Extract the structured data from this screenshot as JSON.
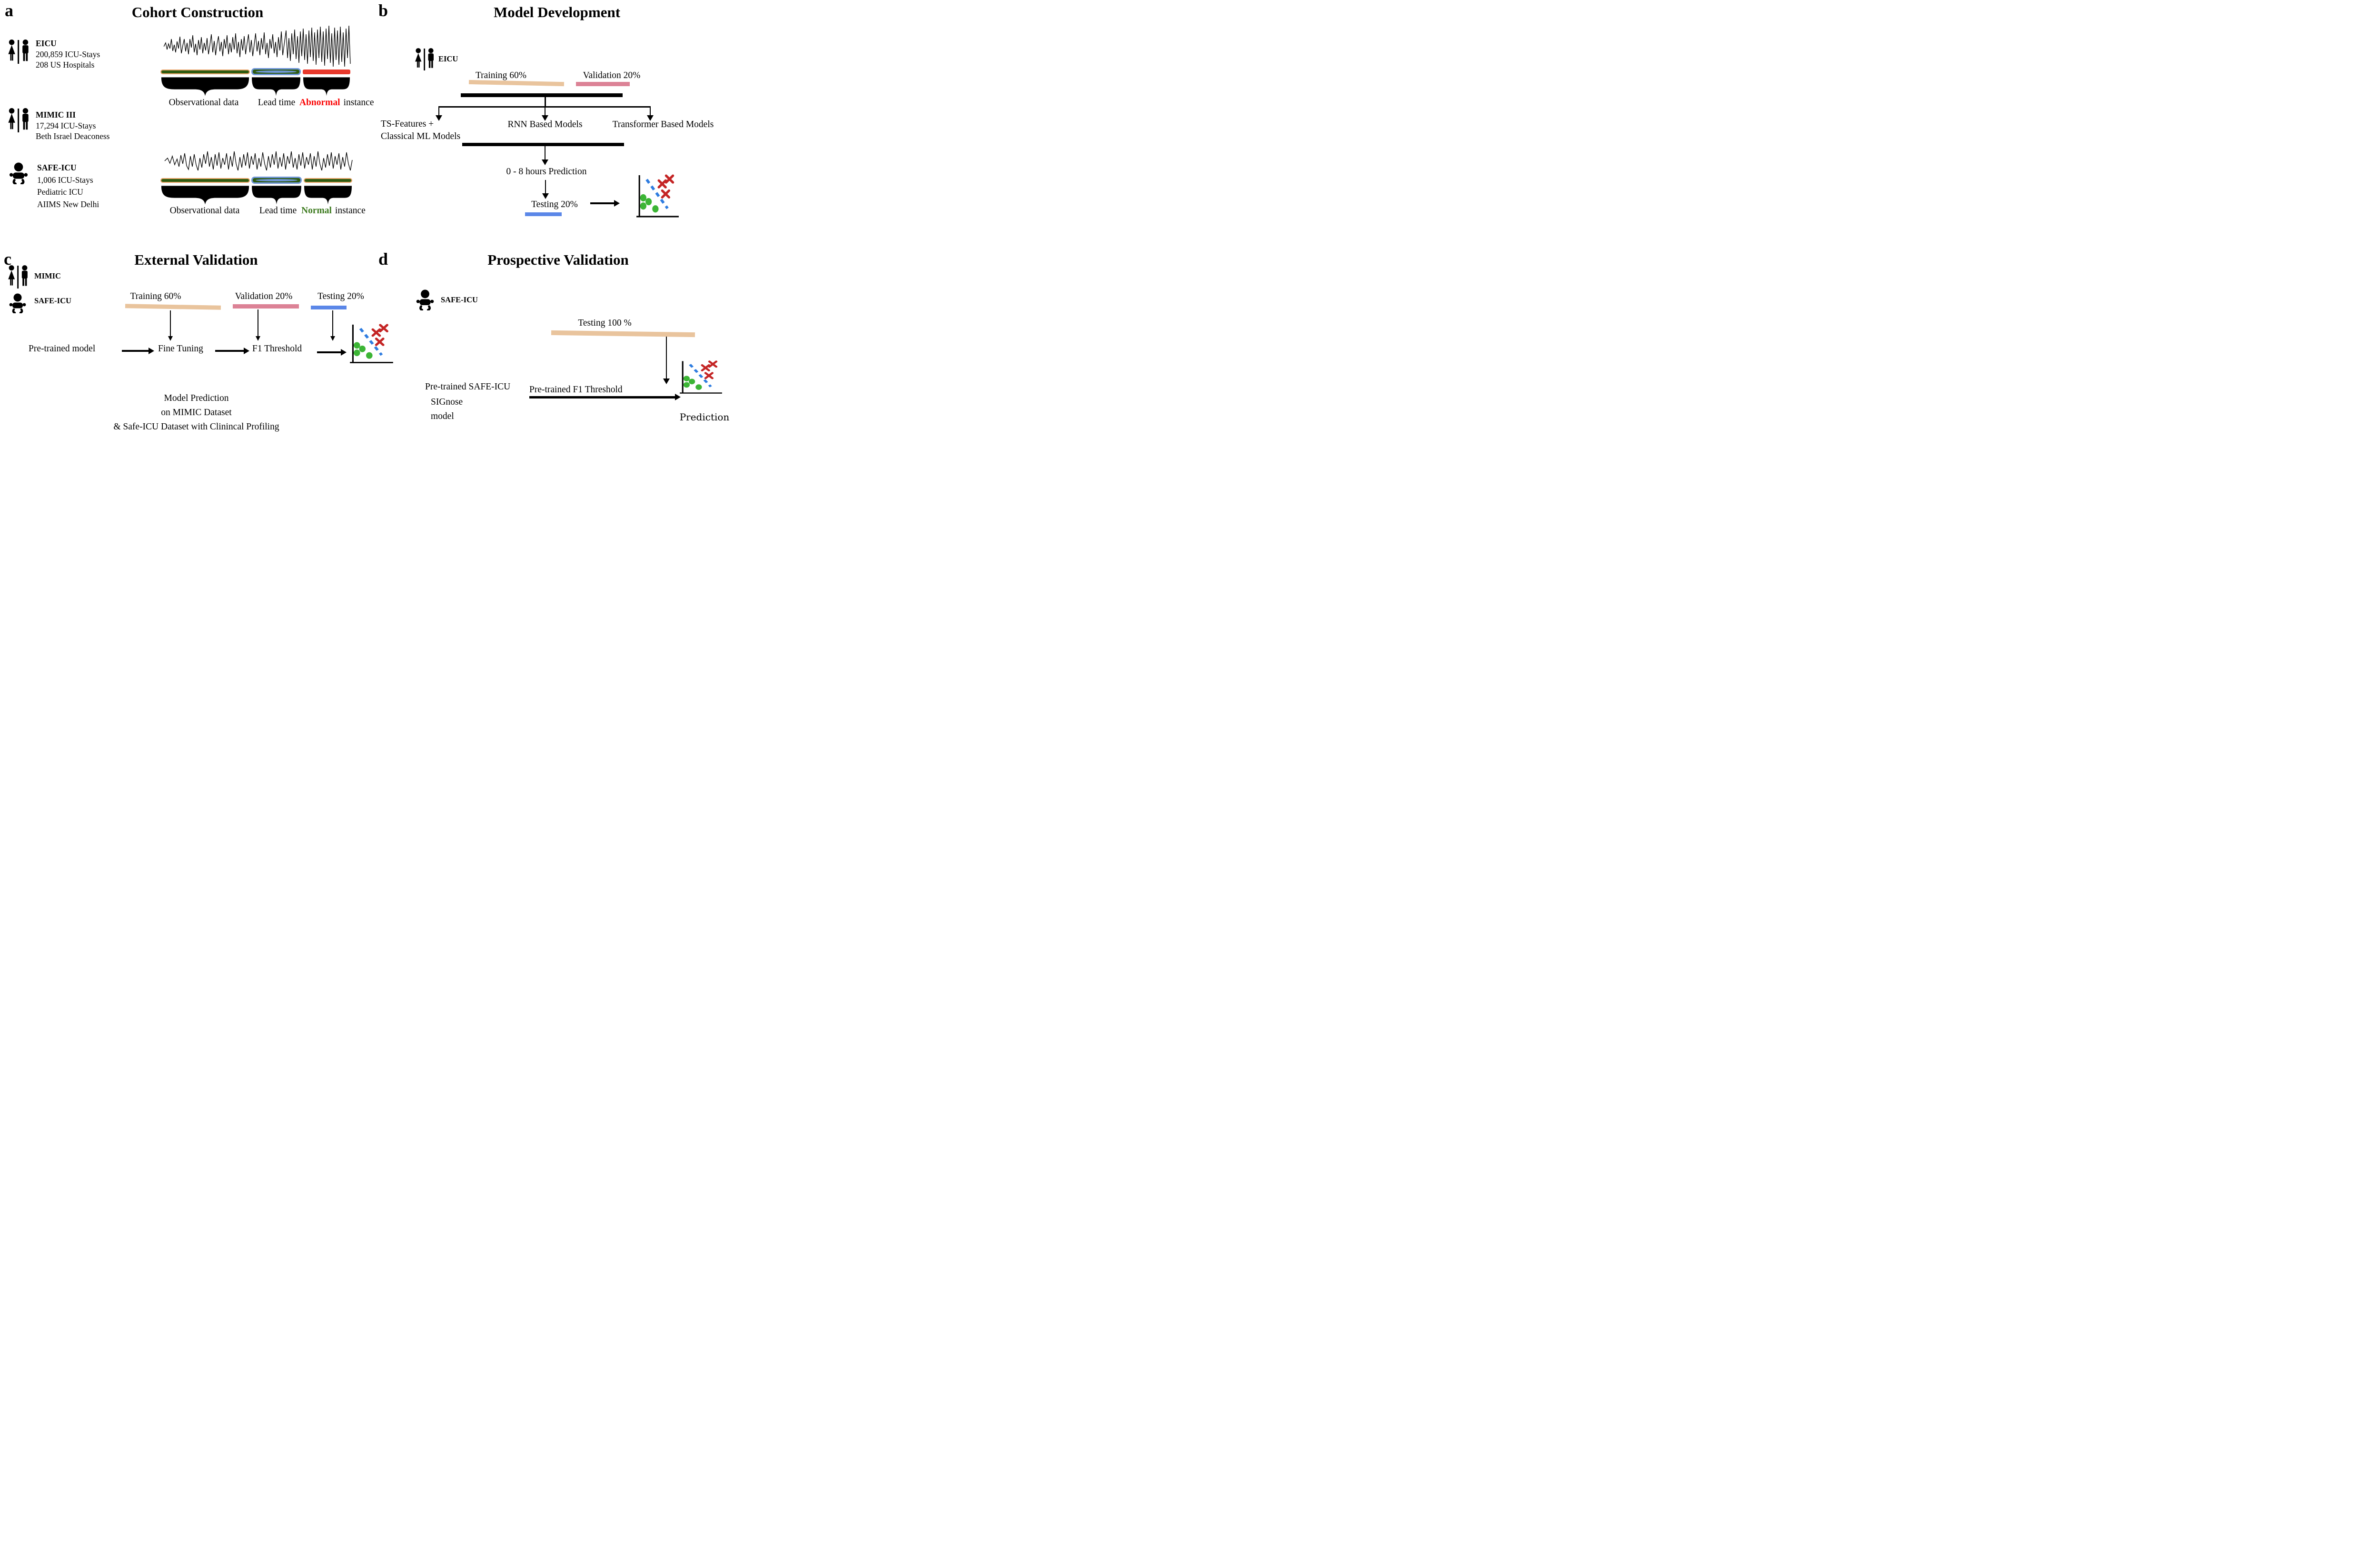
{
  "colors": {
    "tan": "#e9c49d",
    "pink": "#dc8296",
    "blue": "#5b87e8",
    "dkgreen": "#2e5b10",
    "greenedge": "#e8a468",
    "red": "#e8392c",
    "brace": "#84a3d6",
    "leadblue": "#6f96d8",
    "dashblue": "#2e7ce0",
    "xred": "#c42525",
    "dotgreen": "#3cb535",
    "abnormal": "#fa0505",
    "normal": "#3c7a1e"
  },
  "panel_a": {
    "label": "a",
    "title": "Cohort Construction",
    "datasets": [
      {
        "name": "EICU",
        "line1": "200,859 ICU-Stays",
        "line2": "208 US Hospitals"
      },
      {
        "name": "MIMIC III",
        "line1": "17,294 ICU-Stays",
        "line2": "Beth Israel Deaconess"
      },
      {
        "name": "SAFE-ICU",
        "line1": "1,006 ICU-Stays",
        "line2": "Pediatric ICU",
        "line3": "AIIMS New Delhi"
      }
    ],
    "abnormal_row": {
      "obs": "Observational data",
      "lead": "Lead time",
      "word": "Abnormal",
      "rest": "instance"
    },
    "normal_row": {
      "obs": "Observational data",
      "lead": "Lead time",
      "word": "Normal",
      "rest": "instance"
    }
  },
  "panel_b": {
    "label": "b",
    "title": "Model Development",
    "dataset": "EICU",
    "training": "Training 60%",
    "validation": "Validation 20%",
    "model1a": "TS-Features +",
    "model1b": "Classical ML Models",
    "model2": "RNN Based Models",
    "model3": "Transformer Based Models",
    "prediction": "0 - 8 hours Prediction",
    "testing": "Testing  20%"
  },
  "panel_c": {
    "label": "c",
    "title": "External Validation",
    "dataset1": "MIMIC",
    "dataset2": "SAFE-ICU",
    "training": "Training 60%",
    "validation": "Validation 20%",
    "testing": "Testing  20%",
    "step1": "Pre-trained  model",
    "step2": "Fine Tuning",
    "step3": "F1 Threshold",
    "footer1": "Model Prediction",
    "footer2": "on  MIMIC Dataset",
    "footer3": "& Safe-ICU Dataset with Clinincal  Profiling"
  },
  "panel_d": {
    "label": "d",
    "title": "Prospective Validation",
    "dataset": "SAFE-ICU",
    "testing": "Testing  100 %",
    "model1": "Pre-trained SAFE-ICU",
    "model2": "SIGnose",
    "model3": "model",
    "threshold": "Pre-trained  F1 Threshold",
    "prediction": "Prediction"
  }
}
